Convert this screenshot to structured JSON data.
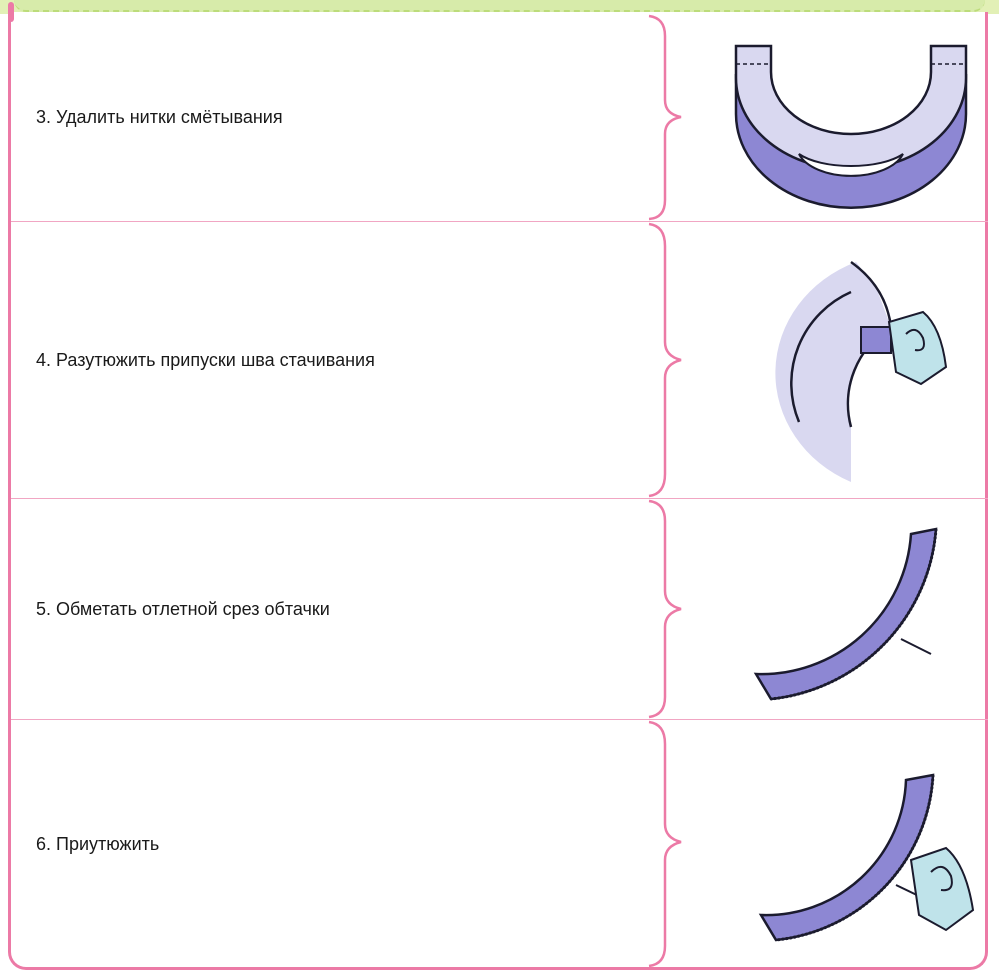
{
  "steps": [
    {
      "text": "3. Удалить нитки смётывания",
      "image": "collar-facing-basted-icon"
    },
    {
      "text": "4. Разутюжить припуски шва стачивания",
      "image": "iron-press-seam-icon"
    },
    {
      "text": "5. Обметать отлетной срез обтачки",
      "image": "overlocked-facing-edge-icon"
    },
    {
      "text": "6. Приутюжить",
      "image": "iron-press-facing-icon"
    }
  ],
  "colors": {
    "frame": "#ec7aa6",
    "row_divider": "#f1a6c3",
    "band": "#d7ebaa",
    "fabric_light": "#d9d8f0",
    "fabric_dark": "#8d87d3",
    "iron": "#bfe3ea"
  }
}
